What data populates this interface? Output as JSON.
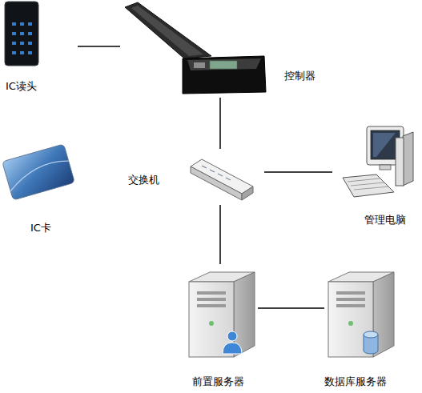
{
  "diagram": {
    "nodes": [
      {
        "text": [
          "IC读头"
        ]
      },
      {
        "text": [
          "IC卡"
        ]
      },
      {
        "text": [
          "控制器"
        ]
      },
      {
        "text": [
          "交换机"
        ]
      },
      {
        "text": [
          "管理电脑"
        ]
      },
      {
        "text": [
          "前置服务器"
        ]
      },
      {
        "text": [
          "数据库服务器"
        ]
      }
    ],
    "edges": [
      {
        "from": 0,
        "to": 2,
        "arrow": "none"
      },
      {
        "from": 2,
        "to": 3,
        "arrow": "none"
      },
      {
        "from": 3,
        "to": 4,
        "arrow": "none"
      },
      {
        "from": 3,
        "to": 5,
        "arrow": "none"
      },
      {
        "from": 5,
        "to": 6,
        "arrow": "none"
      }
    ]
  }
}
